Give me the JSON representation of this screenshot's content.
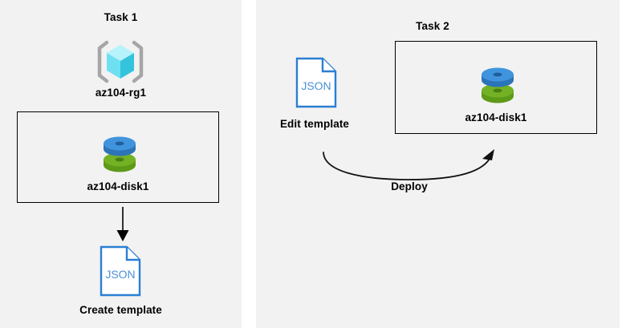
{
  "diagram": {
    "title_task1": "Task 1",
    "title_task2": "Task 2",
    "background": "#f2f2f2",
    "page_background": "#ffffff",
    "border_color": "#000000"
  },
  "task1": {
    "title": "Task 1",
    "resource_group": {
      "icon": "resource-group-cube-icon",
      "label": "az104-rg1",
      "cube_color_light": "#9beff7",
      "cube_color_mid": "#5fdef0",
      "cube_color_dark": "#2bbcd4",
      "bracket_color": "#a6a6a6"
    },
    "disk": {
      "icon": "managed-disk-icon",
      "label": "az104-disk1",
      "top_color": "#3d8fd6",
      "bottom_color": "#68a51e"
    },
    "arrow": {
      "icon": "down-arrow-icon",
      "direction": "down",
      "color": "#000000"
    },
    "template": {
      "icon": "json-document-icon",
      "badge_text": "JSON",
      "label": "Create template",
      "outline_color": "#2a7fd4",
      "text_color": "#4a90d9"
    }
  },
  "task2": {
    "title": "Task 2",
    "template": {
      "icon": "json-document-icon",
      "badge_text": "JSON",
      "label": "Edit template",
      "outline_color": "#2a7fd4",
      "text_color": "#4a90d9"
    },
    "disk": {
      "icon": "managed-disk-icon",
      "label": "az104-disk1",
      "top_color": "#3d8fd6",
      "bottom_color": "#68a51e"
    },
    "arrow": {
      "icon": "curved-arrow-icon",
      "label": "Deploy",
      "direction": "left-to-right-curved-up",
      "color": "#1a1a1a"
    }
  }
}
